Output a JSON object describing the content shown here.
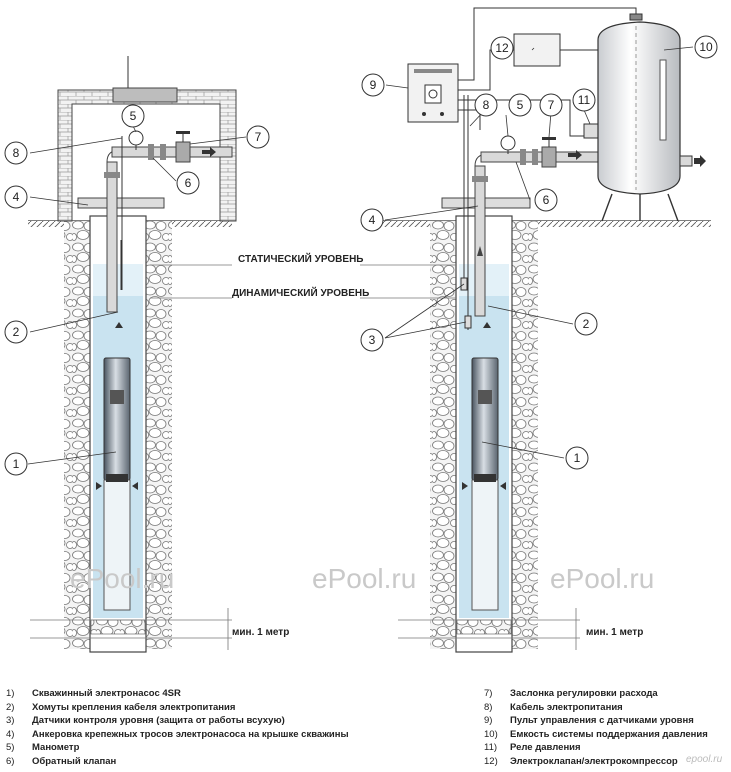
{
  "diagram": {
    "callouts": [
      "1",
      "2",
      "3",
      "4",
      "5",
      "6",
      "7",
      "8",
      "9",
      "10",
      "11",
      "12"
    ],
    "static_level": "СТАТИЧЕСКИЙ УРОВЕНЬ",
    "dynamic_level": "ДИНАМИЧЕСКИЙ УРОВЕНЬ",
    "min_depth": "мин. 1 метр",
    "watermark": "ePool.ru",
    "corner_logo": "epool.ru"
  },
  "legend": [
    {
      "num": "1)",
      "text": "Скважинный электронасос 4SR"
    },
    {
      "num": "2)",
      "text": "Хомуты крепления кабеля электропитания"
    },
    {
      "num": "3)",
      "text": "Датчики контроля уровня (защита от работы всухую)"
    },
    {
      "num": "4)",
      "text": "Анкеровка крепежных тросов электронасоса на крышке скважины"
    },
    {
      "num": "5)",
      "text": "Манометр"
    },
    {
      "num": "6)",
      "text": "Обратный клапан"
    },
    {
      "num": "7)",
      "text": "Заслонка регулировки расхода"
    },
    {
      "num": "8)",
      "text": "Кабель электропитания"
    },
    {
      "num": "9)",
      "text": "Пульт управления с датчиками уровня"
    },
    {
      "num": "10)",
      "text": "Емкость системы поддержания давления"
    },
    {
      "num": "11)",
      "text": "Реле давления"
    },
    {
      "num": "12)",
      "text": "Электроклапан/электрокомпрессор"
    }
  ]
}
